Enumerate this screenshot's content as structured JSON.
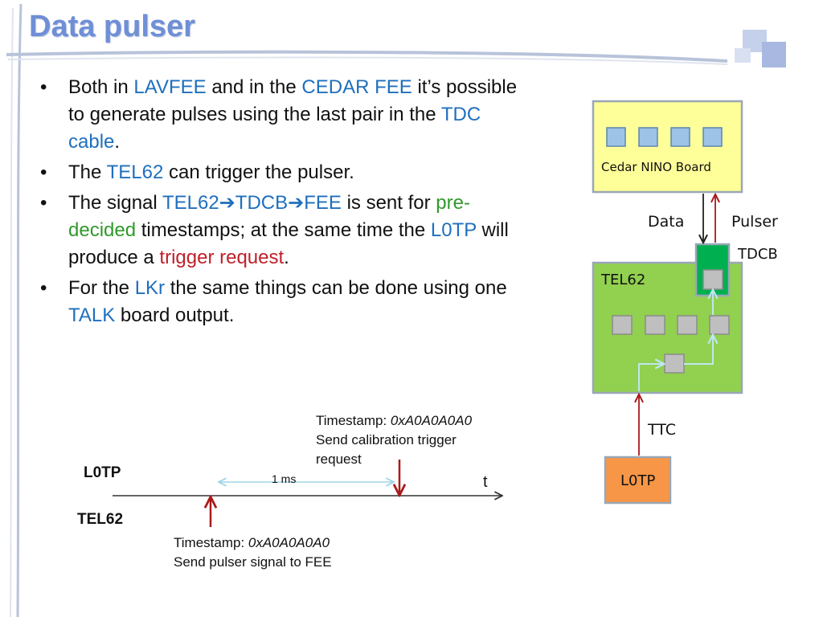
{
  "title": "Data pulser",
  "bullets": [
    {
      "segments": [
        {
          "text": "Both in ",
          "style": "plain"
        },
        {
          "text": "LAVFEE",
          "style": "blue"
        },
        {
          "text": " and in the ",
          "style": "plain"
        },
        {
          "text": "CEDAR FEE",
          "style": "blue"
        },
        {
          "text": " it’s possible to generate pulses using the last pair in the ",
          "style": "plain"
        },
        {
          "text": "TDC cable",
          "style": "blue"
        },
        {
          "text": ".",
          "style": "plain"
        }
      ]
    },
    {
      "segments": [
        {
          "text": "The ",
          "style": "plain"
        },
        {
          "text": "TEL62",
          "style": "blue"
        },
        {
          "text": " can trigger the pulser.",
          "style": "plain"
        }
      ]
    },
    {
      "segments": [
        {
          "text": "The signal ",
          "style": "plain"
        },
        {
          "text": "TEL62➔TDCB➔FEE",
          "style": "blue"
        },
        {
          "text": " is sent for ",
          "style": "plain"
        },
        {
          "text": "pre-decided",
          "style": "green"
        },
        {
          "text": " timestamps; at the same time the ",
          "style": "plain"
        },
        {
          "text": "L0TP",
          "style": "blue"
        },
        {
          "text": " will produce a ",
          "style": "plain"
        },
        {
          "text": "trigger request",
          "style": "red"
        },
        {
          "text": ".",
          "style": "plain"
        }
      ]
    },
    {
      "segments": [
        {
          "text": "For the ",
          "style": "plain"
        },
        {
          "text": "LKr",
          "style": "blue"
        },
        {
          "text": " the same things can be done using one ",
          "style": "plain"
        },
        {
          "text": "TALK",
          "style": "blue"
        },
        {
          "text": " board output.",
          "style": "plain"
        }
      ]
    }
  ],
  "timeline": {
    "l0tp_label": "L0TP",
    "tel62_label": "TEL62",
    "axis_label": "t",
    "interval_label": "1 ms",
    "top_note": {
      "prefix": "Timestamp: ",
      "value": "0xA0A0A0A0",
      "line2": "Send calibration trigger",
      "line3": "request"
    },
    "bottom_note": {
      "prefix": "Timestamp: ",
      "value": "0xA0A0A0A0",
      "line2": "Send pulser signal to FEE"
    }
  },
  "diagram": {
    "cedar_label": "Cedar NINO Board",
    "data_label": "Data",
    "pulser_label": "Pulser",
    "tdcb_label": "TDCB",
    "tel62_label": "TEL62",
    "ttc_label": "TTC",
    "l0tp_label": "L0TP"
  },
  "colors": {
    "title": "#6f8fd6",
    "highlight_blue": "#1f6fbe",
    "highlight_green": "#2f9a2a",
    "highlight_red": "#c0202a",
    "cedar_fill": "#ffff99",
    "tel62_fill": "#92d050",
    "tdcb_fill": "#00b050",
    "l0tp_fill": "#f79646",
    "arrow_red": "#aa1a1a"
  }
}
